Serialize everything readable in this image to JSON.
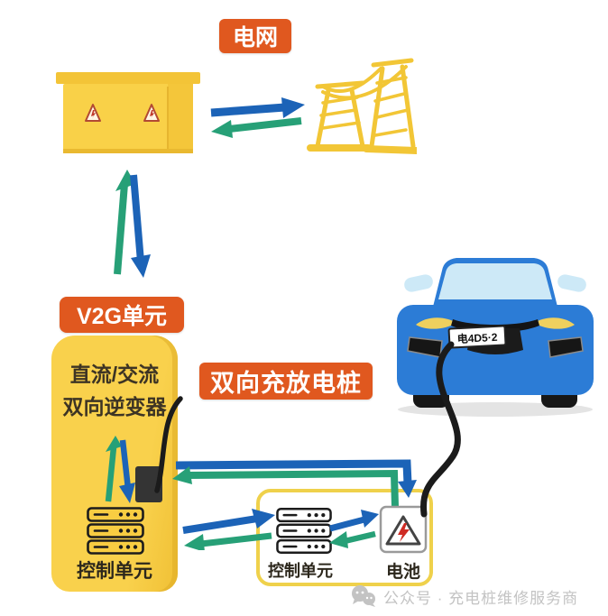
{
  "diagram": {
    "grid_label": "电网",
    "v2g_label": "V2G单元",
    "pile_label": "双向充放电桩",
    "inverter_line1": "直流/交流",
    "inverter_line2": "双向逆变器",
    "pile_control_label": "控制单元",
    "box_control_label": "控制单元",
    "battery_label": "电池",
    "license_plate": "电4D5·2"
  },
  "footer": {
    "watermark": "公众号 · 充电桩维修服务商"
  },
  "icons": {
    "wechat": "wechat-icon",
    "transformer_warning": "warning-triangle-icon",
    "server_rack": "server-rack-icon",
    "battery_warning": "battery-warning-icon"
  },
  "colors": {
    "label_orange": "#e0581f",
    "equipment_yellow": "#f8cd42",
    "arrow_blue": "#1c63b7",
    "arrow_green": "#27a077",
    "car_blue": "#2c7cd6",
    "watermark_gray": "#c3c3c3"
  }
}
